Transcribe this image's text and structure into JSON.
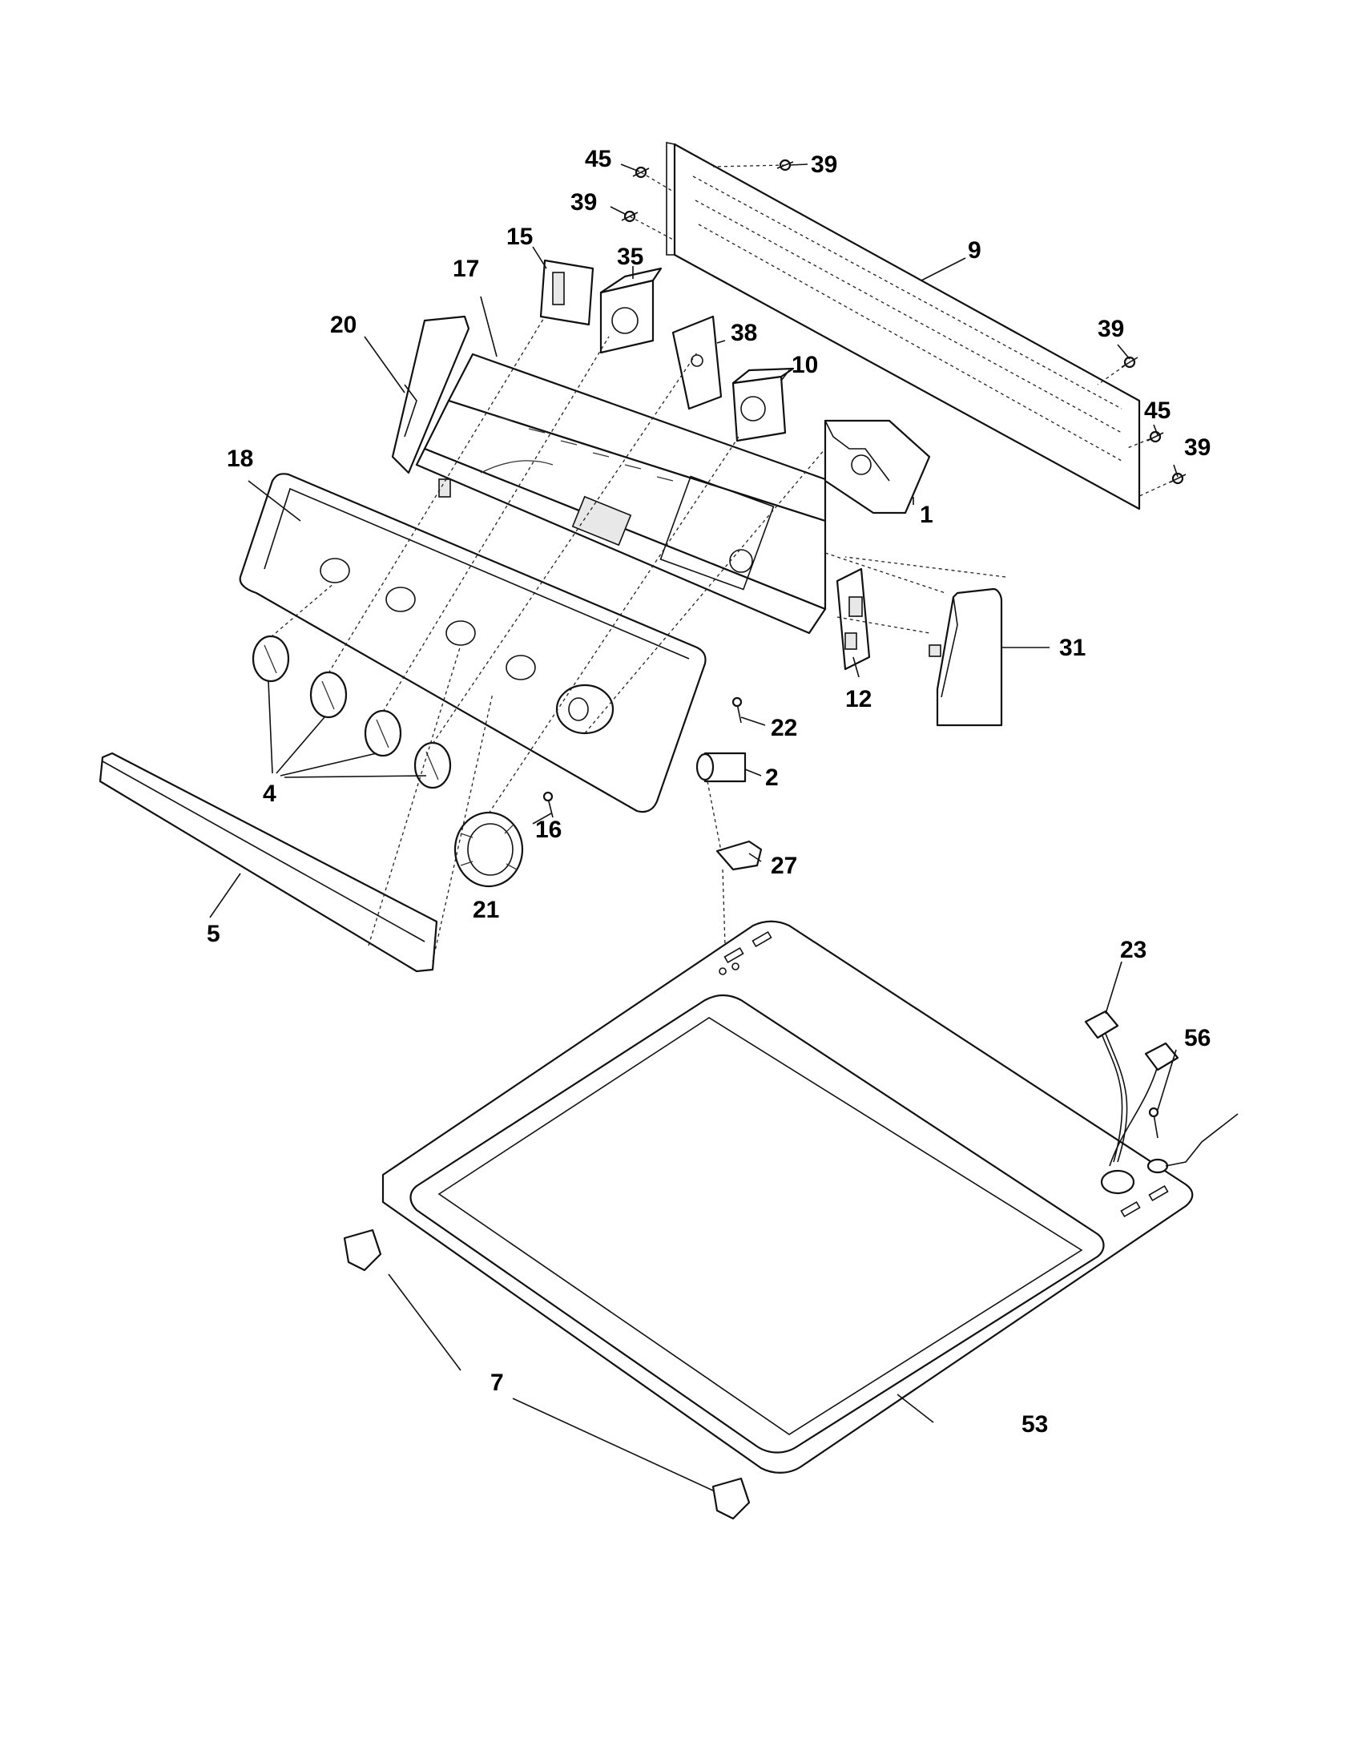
{
  "callouts": [
    {
      "id": "c45a",
      "text": "45"
    },
    {
      "id": "c39a",
      "text": "39"
    },
    {
      "id": "c39b",
      "text": "39"
    },
    {
      "id": "c15",
      "text": "15"
    },
    {
      "id": "c35",
      "text": "35"
    },
    {
      "id": "c9",
      "text": "9"
    },
    {
      "id": "c17",
      "text": "17"
    },
    {
      "id": "c20",
      "text": "20"
    },
    {
      "id": "c38",
      "text": "38"
    },
    {
      "id": "c10",
      "text": "10"
    },
    {
      "id": "c39c",
      "text": "39"
    },
    {
      "id": "c45b",
      "text": "45"
    },
    {
      "id": "c39d",
      "text": "39"
    },
    {
      "id": "c18",
      "text": "18"
    },
    {
      "id": "c1",
      "text": "1"
    },
    {
      "id": "c31",
      "text": "31"
    },
    {
      "id": "c12",
      "text": "12"
    },
    {
      "id": "c22",
      "text": "22"
    },
    {
      "id": "c2",
      "text": "2"
    },
    {
      "id": "c4",
      "text": "4"
    },
    {
      "id": "c16",
      "text": "16"
    },
    {
      "id": "c27",
      "text": "27"
    },
    {
      "id": "c21",
      "text": "21"
    },
    {
      "id": "c5",
      "text": "5"
    },
    {
      "id": "c23",
      "text": "23"
    },
    {
      "id": "c56",
      "text": "56"
    },
    {
      "id": "c7",
      "text": "7"
    },
    {
      "id": "c53",
      "text": "53"
    }
  ]
}
